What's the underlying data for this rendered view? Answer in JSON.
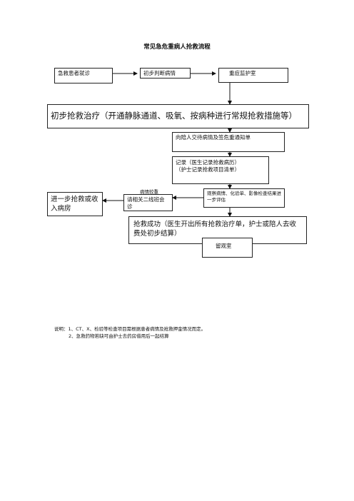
{
  "title": "常见急危重病人抢救流程",
  "boxes": {
    "patient_arrival": "急救患者就诊",
    "initial_assessment": "初步判断病情",
    "icu": "重症监护室",
    "initial_treatment": "初步抢救治疗（开通静脉通道、吸氧、按病种进行常规抢救措施等）",
    "inform_family": "向陪人交待病情及签危重通知单",
    "records": "记录（医生记录抢救病历）\n（护士记录抢救项目清单）",
    "observe": "观察病情、化验单、影像检查结果进一步评估",
    "consult": "请相关二线班会诊",
    "further_rescue": "进一步抢救或收入病房",
    "success": "抢救成功（医生开出所有抢救治疗单，护士或陪人去收费处初步结算）",
    "observation_room": "留观室"
  },
  "labels": {
    "condition_change": "病情较重"
  },
  "notes": {
    "line1": "说明：1、CT、X、检验等检查项目需根据患者病情及抢救押金情况而定。",
    "line2": "2、急救药物若缺可由护士去药房借用后一起结算"
  }
}
